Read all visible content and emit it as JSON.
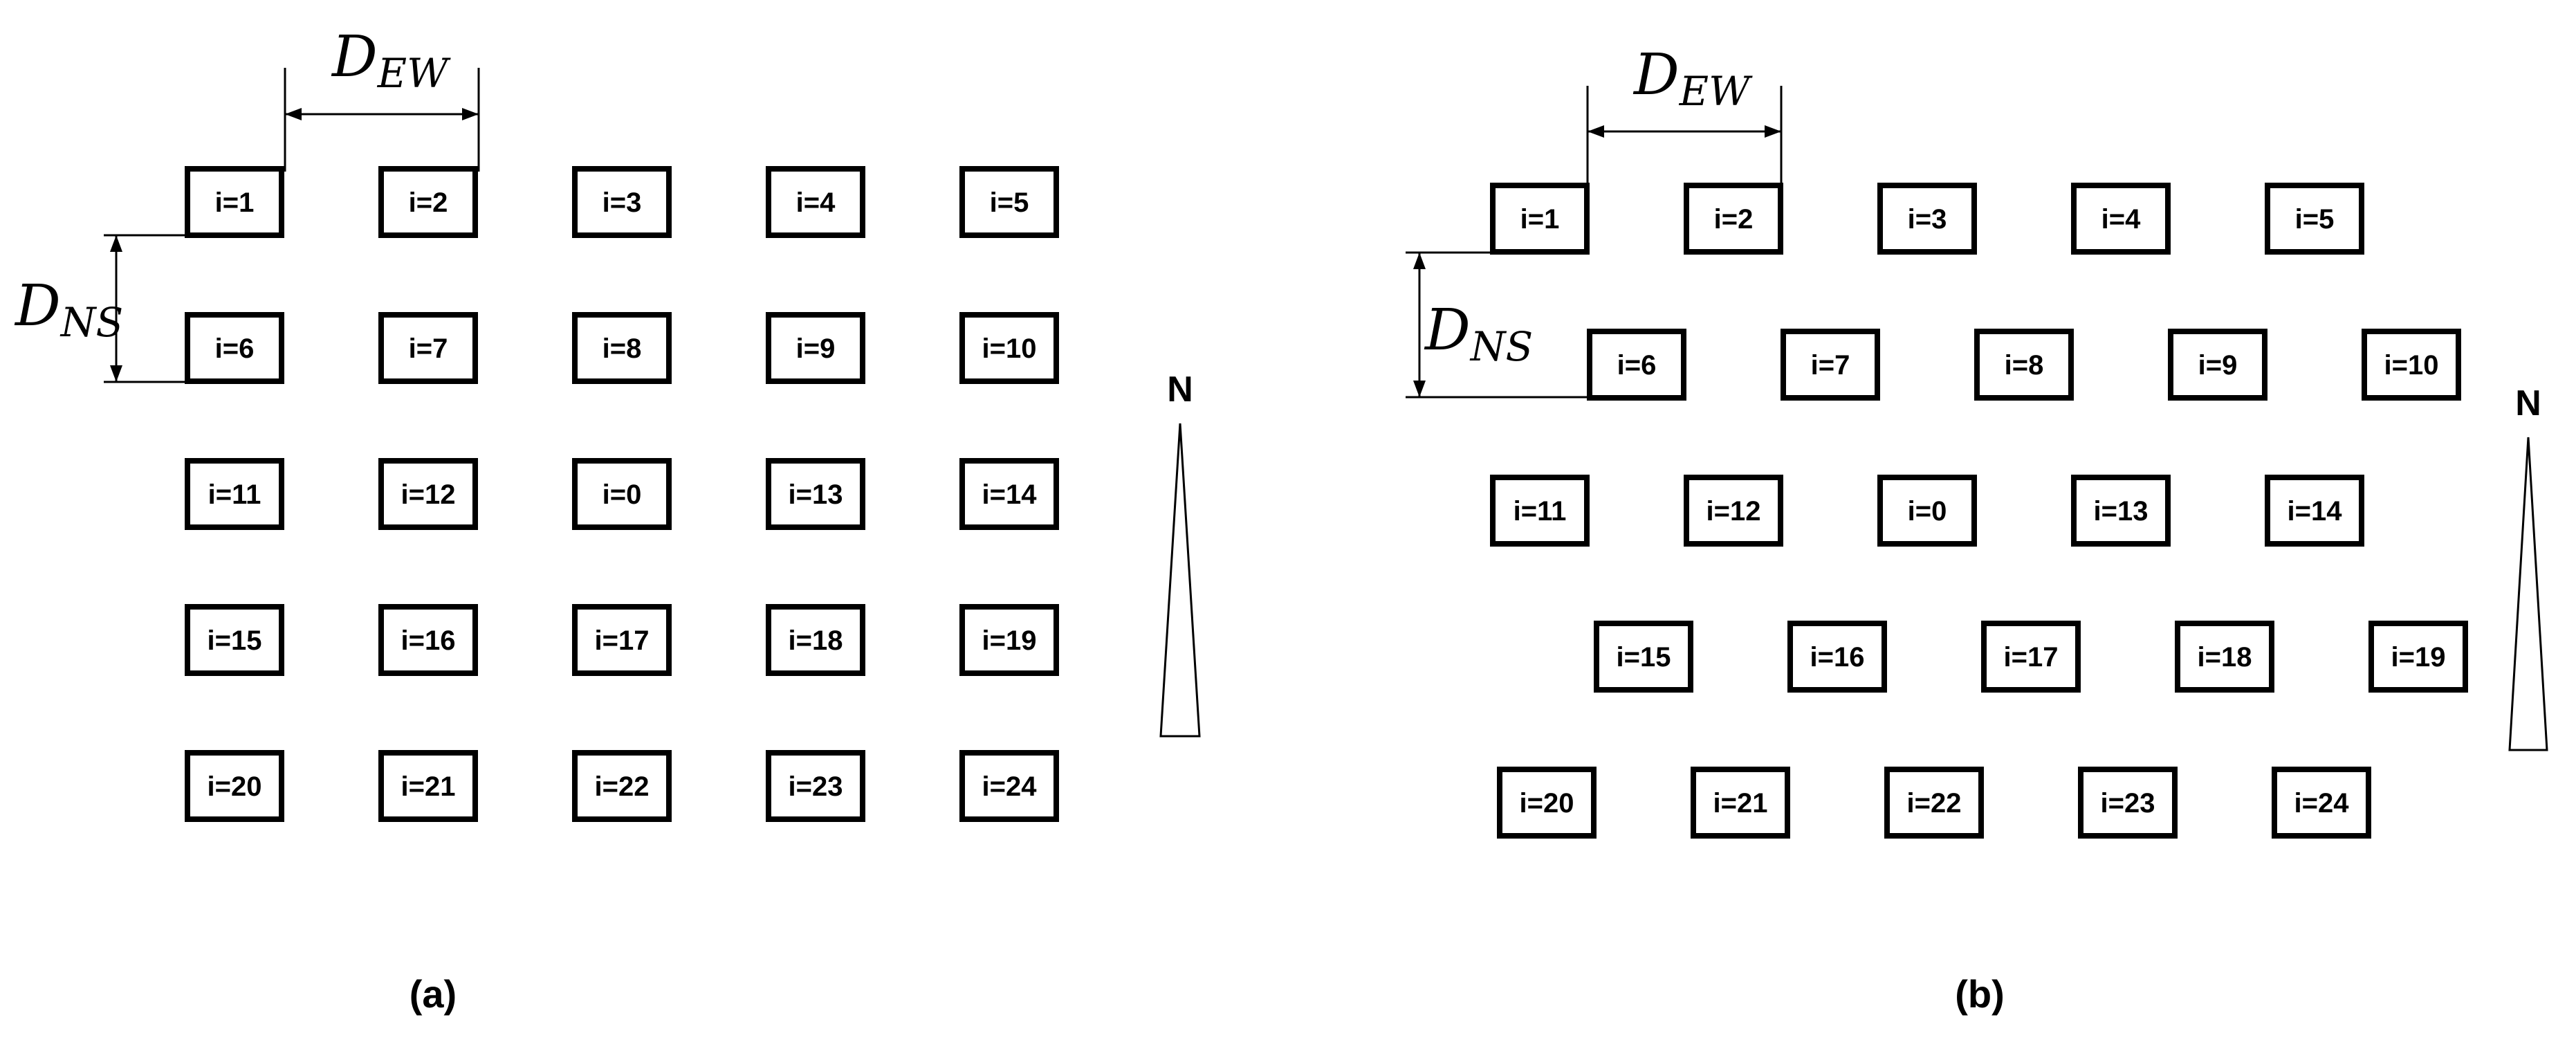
{
  "panels": [
    {
      "id": "a",
      "caption": "(a)",
      "layout": "aligned",
      "dimension_ew": {
        "main": "D",
        "sub": "EW"
      },
      "dimension_ns": {
        "main": "D",
        "sub": "NS"
      },
      "north_label": "N",
      "rows": [
        [
          "i=1",
          "i=2",
          "i=3",
          "i=4",
          "i=5"
        ],
        [
          "i=6",
          "i=7",
          "i=8",
          "i=9",
          "i=10"
        ],
        [
          "i=11",
          "i=12",
          "i=0",
          "i=13",
          "i=14"
        ],
        [
          "i=15",
          "i=16",
          "i=17",
          "i=18",
          "i=19"
        ],
        [
          "i=20",
          "i=21",
          "i=22",
          "i=23",
          "i=24"
        ]
      ]
    },
    {
      "id": "b",
      "caption": "(b)",
      "layout": "staggered",
      "dimension_ew": {
        "main": "D",
        "sub": "EW"
      },
      "dimension_ns": {
        "main": "D",
        "sub": "NS"
      },
      "north_label": "N",
      "rows": [
        [
          "i=1",
          "i=2",
          "i=3",
          "i=4",
          "i=5"
        ],
        [
          "i=6",
          "i=7",
          "i=8",
          "i=9",
          "i=10"
        ],
        [
          "i=11",
          "i=12",
          "i=0",
          "i=13",
          "i=14"
        ],
        [
          "i=15",
          "i=16",
          "i=17",
          "i=18",
          "i=19"
        ],
        [
          "i=20",
          "i=21",
          "i=22",
          "i=23",
          "i=24"
        ]
      ]
    }
  ],
  "colors": {
    "stroke": "#000000",
    "background": "#ffffff"
  }
}
